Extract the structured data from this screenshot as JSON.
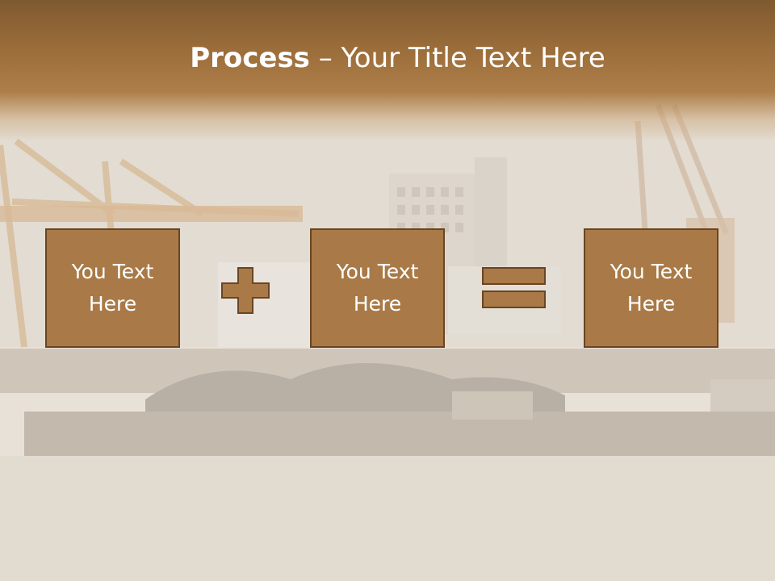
{
  "title": {
    "bold": "Process",
    "rest": " – Your Title Text Here"
  },
  "boxes": [
    {
      "line1": "You Text",
      "line2": "Here"
    },
    {
      "line1": "You Text",
      "line2": "Here"
    },
    {
      "line1": "You Text",
      "line2": "Here"
    }
  ],
  "operators": [
    "plus-icon",
    "equals-icon"
  ],
  "colors": {
    "header": "#9b6d3a",
    "box": "#a97a47",
    "box_border": "#6a4521",
    "text": "#ffffff"
  }
}
